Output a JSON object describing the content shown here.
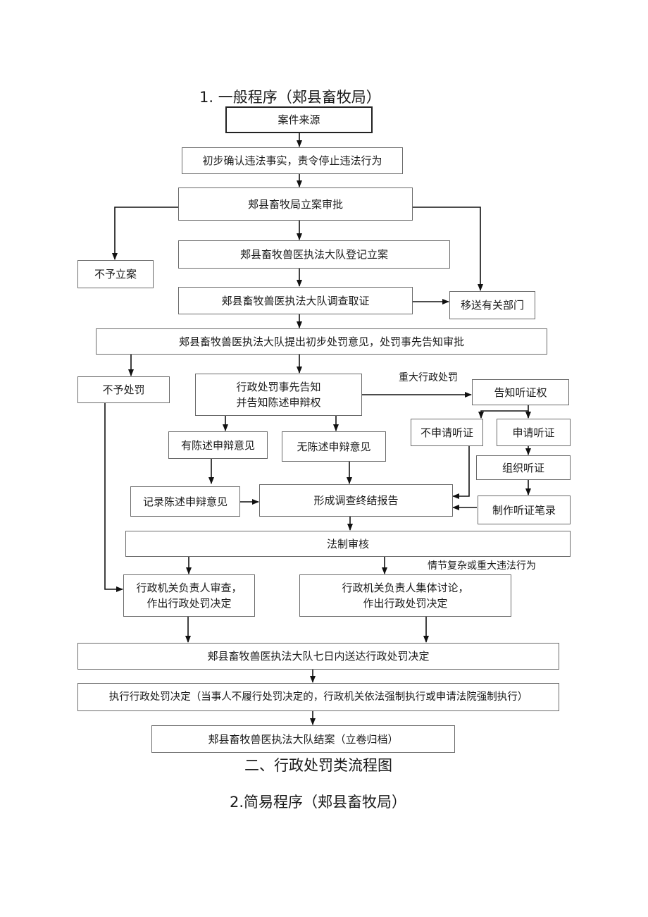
{
  "titles": {
    "general": "1. 一般程序（郏县畜牧局）",
    "section": "二、行政处罚类流程图",
    "simple": "2.简易程序（郏县畜牧局）"
  },
  "nodes": {
    "case_source": "案件来源",
    "preliminary_confirm": "初步确认违法事实，责令停止违法行为",
    "filing_approval": "郏县畜牧局立案审批",
    "no_filing": "不予立案",
    "register_case": "郏县畜牧兽医执法大队登记立案",
    "investigate": "郏县畜牧兽医执法大队调查取证",
    "transfer": "移送有关部门",
    "propose_opinion": "郏县畜牧兽医执法大队提出初步处罚意见，处罚事先告知审批",
    "no_penalty": "不予处罚",
    "prior_notice": "行政处罚事先告知\n并告知陈述申辩权",
    "hearing_right": "告知听证权",
    "no_hearing_request": "不申请听证",
    "hearing_request": "申请听证",
    "has_statement": "有陈述申辩意见",
    "no_statement": "无陈述申辩意见",
    "organize_hearing": "组织听证",
    "record_statement": "记录陈述申辩意见",
    "final_report": "形成调查终结报告",
    "hearing_transcript": "制作听证笔录",
    "legal_review": "法制审核",
    "head_review": "行政机关负责人审查，\n作出行政处罚决定",
    "collective_discussion": "行政机关负责人集体讨论，\n作出行政处罚决定",
    "deliver_decision": "郏县畜牧兽医执法大队七日内送达行政处罚决定",
    "execute_decision": "执行行政处罚决定（当事人不履行处罚决定的，行政机关依法强制执行或申请法院强制执行）",
    "close_case": "郏县畜牧兽医执法大队结案（立卷归档）"
  },
  "labels": {
    "major_penalty": "重大行政处罚",
    "complex_case": "情节复杂或重大违法行为"
  }
}
